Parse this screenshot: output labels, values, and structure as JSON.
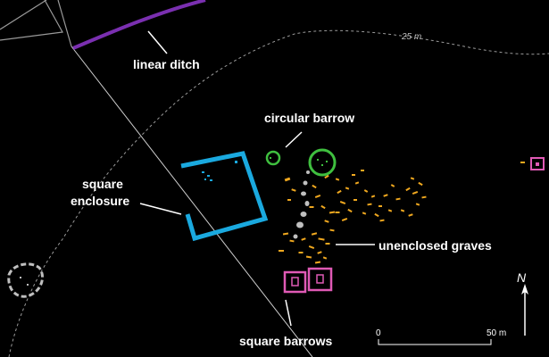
{
  "map": {
    "contour_label": "25 m",
    "labels": {
      "linear_ditch": "linear ditch",
      "circular_barrow": "circular barrow",
      "square_enclosure_line1": "square",
      "square_enclosure_line2": "enclosure",
      "unenclosed_graves": "unenclosed graves",
      "square_barrows": "square barrows"
    },
    "scale_bar": {
      "start_label": "0",
      "end_label": "50 m"
    },
    "north_arrow": {
      "label": "N"
    },
    "colors": {
      "background": "#000000",
      "linear_ditch": "#7a2fb0",
      "circular_barrow": "#3fbf3f",
      "square_enclosure": "#1aa9df",
      "graves": "#f0a81f",
      "square_barrows": "#e05ab5",
      "grey_features": "#bfbfbf",
      "text": "#ffffff"
    },
    "icons": [
      "north-arrow-icon"
    ]
  }
}
